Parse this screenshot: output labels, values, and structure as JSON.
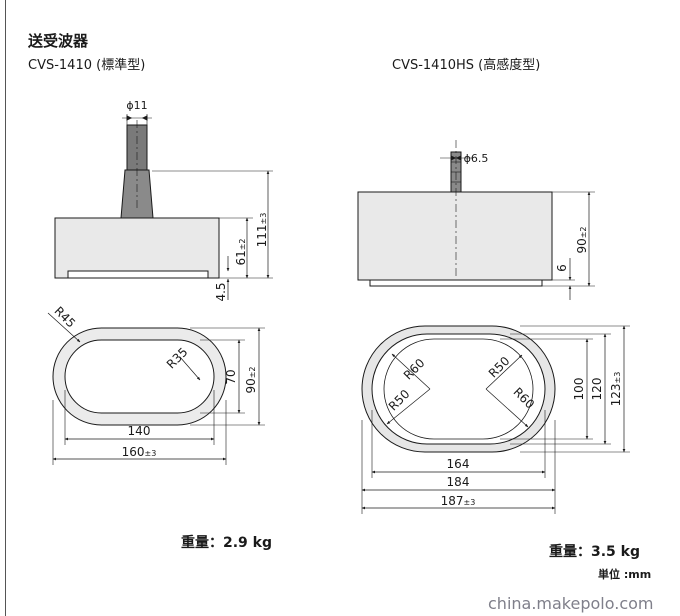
{
  "title": "送受波器",
  "models": {
    "left": "CVS-1410 (標準型)",
    "right": "CVS-1410HS (高感度型)"
  },
  "left_dims": {
    "phi": "ϕ11",
    "h_main": "61",
    "h_main_tol": "±2",
    "h_total": "111",
    "h_total_tol": "±3",
    "h_base": "4.5",
    "r_outer": "R45",
    "r_inner": "R35",
    "w_inner": "70",
    "w_outer": "90",
    "w_outer_tol": "±2",
    "l_inner": "140",
    "l_outer": "160",
    "l_outer_tol": "±3"
  },
  "right_dims": {
    "phi": "ϕ6.5",
    "h_main": "90",
    "h_main_tol": "±2",
    "h_base": "6",
    "r1": "R60",
    "r2": "R50",
    "r3": "R50",
    "r4": "R60",
    "w_a": "100",
    "w_b": "120",
    "w_c": "123",
    "w_c_tol": "±3",
    "l_a": "164",
    "l_b": "184",
    "l_c": "187",
    "l_c_tol": "±3"
  },
  "weights": {
    "left": "重量：2.9 kg",
    "right": "重量：3.5 kg"
  },
  "unit": "単位 :mm",
  "watermark": "china.makepolo.com"
}
